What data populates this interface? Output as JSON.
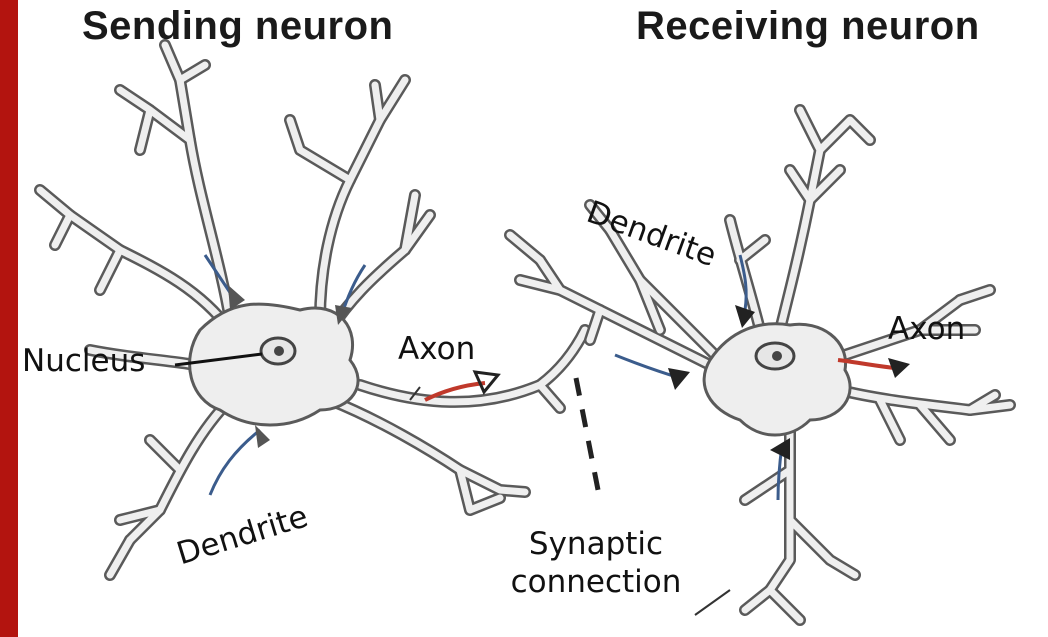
{
  "titles": {
    "sending": "Sending neuron",
    "receiving": "Receiving neuron"
  },
  "labels": {
    "nucleus": "Nucleus",
    "axon_left": "Axon",
    "dendrite_left": "Dendrite",
    "dendrite_right": "Dendrite",
    "axon_right": "Axon",
    "synaptic_line1": "Synaptic",
    "synaptic_line2": "connection"
  },
  "colors": {
    "frame": "#b3140f",
    "cell_body": "#eeeeee",
    "outline": "#5a5a5a",
    "signal_arrow": "#3b5c8c",
    "axon_arrow": "#c0392b"
  }
}
